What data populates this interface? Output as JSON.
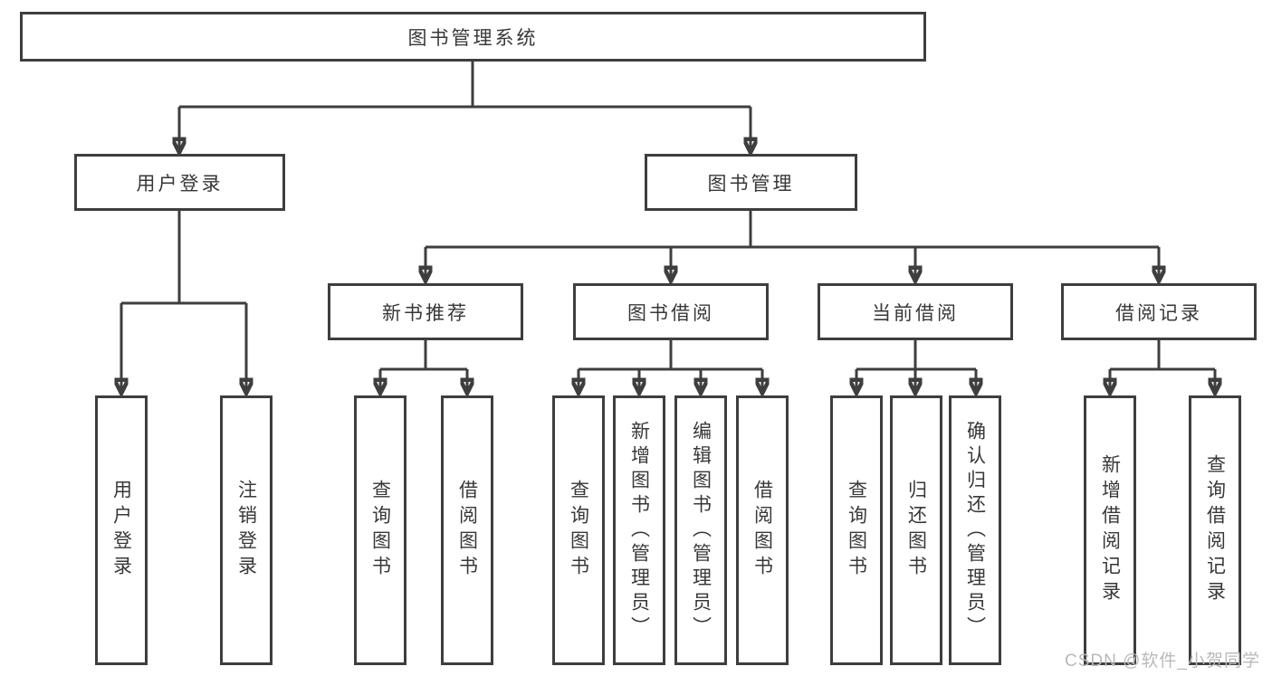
{
  "tree": {
    "label": "图书管理系统",
    "children": [
      {
        "label": "用户登录",
        "children": [
          {
            "label": "用户登录"
          },
          {
            "label": "注销登录"
          }
        ]
      },
      {
        "label": "图书管理",
        "children": [
          {
            "label": "新书推荐",
            "children": [
              {
                "label": "查询图书"
              },
              {
                "label": "借阅图书"
              }
            ]
          },
          {
            "label": "图书借阅",
            "children": [
              {
                "label": "查询图书"
              },
              {
                "label": "新增图书（管理员）"
              },
              {
                "label": "编辑图书（管理员）"
              },
              {
                "label": "借阅图书"
              }
            ]
          },
          {
            "label": "当前借阅",
            "children": [
              {
                "label": "查询图书"
              },
              {
                "label": "归还图书"
              },
              {
                "label": "确认归还（管理员）"
              }
            ]
          },
          {
            "label": "借阅记录",
            "children": [
              {
                "label": "新增借阅记录"
              },
              {
                "label": "查询借阅记录"
              }
            ]
          }
        ]
      }
    ]
  },
  "watermark": {
    "text": "CSDN @软件_小贺同学",
    "color": "#b9b9b9"
  },
  "colors": {
    "border": "#3e3e3e",
    "line": "#3e3e3e",
    "text": "#383838",
    "background": "#ffffff"
  }
}
